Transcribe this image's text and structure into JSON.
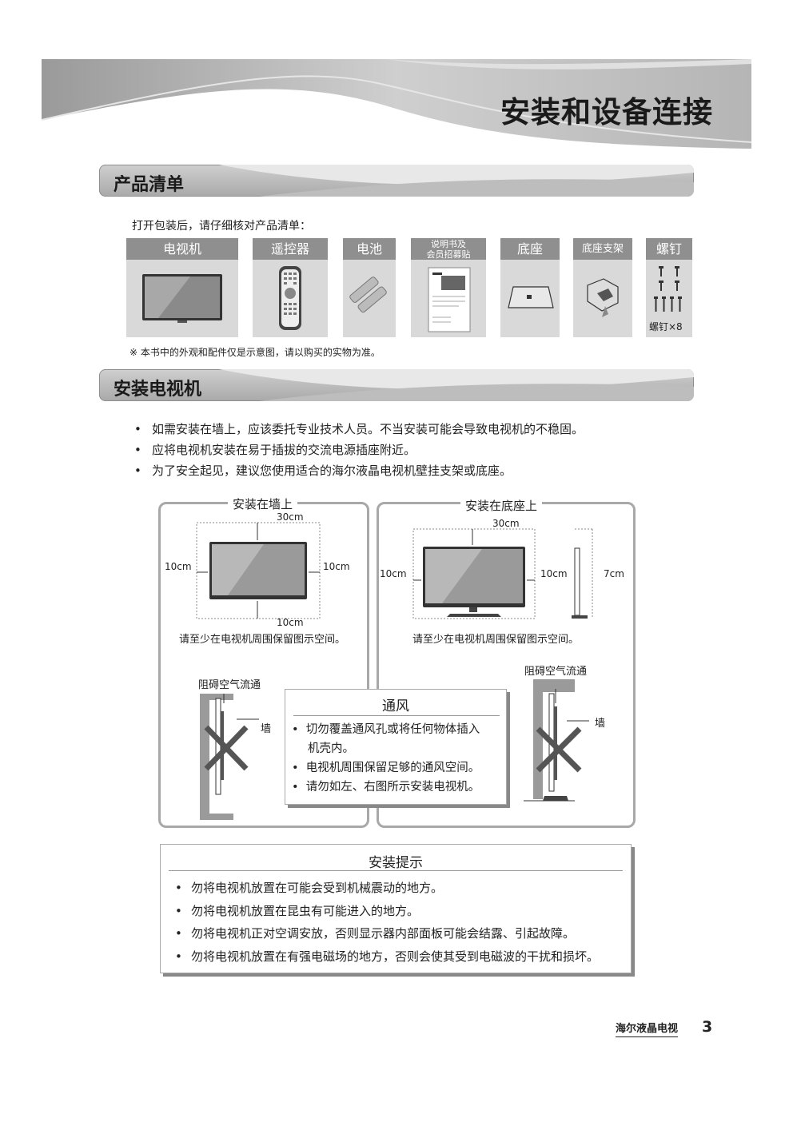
{
  "page_title": "安装和设备连接",
  "sections": {
    "contents": "产品清单",
    "install": "安装电视机"
  },
  "intro": "打开包装后，请仔细核对产品清单：",
  "items": [
    {
      "label": "电视机"
    },
    {
      "label": "遥控器"
    },
    {
      "label": "电池"
    },
    {
      "label_line1": "说明书及",
      "label_line2": "会员招募贴"
    },
    {
      "label": "底座"
    },
    {
      "label": "底座支架"
    },
    {
      "label": "螺钉",
      "caption": "螺钉×8"
    }
  ],
  "note": "※  本书中的外观和配件仅是示意图，请以购买的实物为准。",
  "bullets": [
    "如需安装在墙上，应该委托专业技术人员。不当安装可能会导致电视机的不稳固。",
    "应将电视机安装在易于插拔的交流电源插座附近。",
    "为了安全起见，建议您使用适合的海尔液晶电视机壁挂支架或底座。"
  ],
  "wall_panel": {
    "title": "安装在墙上",
    "top": "30cm",
    "left": "10cm",
    "right": "10cm",
    "bottom": "10cm",
    "caption": "请至少在电视机周围保留图示空间。",
    "blocked": "阻碍空气流通",
    "wall": "墙"
  },
  "stand_panel": {
    "title": "安装在底座上",
    "top": "30cm",
    "left": "10cm",
    "right": "10cm",
    "side": "7cm",
    "caption": "请至少在电视机周围保留图示空间。",
    "blocked": "阻碍空气流通",
    "wall": "墙"
  },
  "ventilation": {
    "title": "通风",
    "b1_line1": "切勿覆盖通风孔或将任何物体插入",
    "b1_line2": "机壳内。",
    "b2": "电视机周围保留足够的通风空间。",
    "b3": "请勿如左、右图所示安装电视机。"
  },
  "tips": {
    "title": "安装提示",
    "items": [
      "勿将电视机放置在可能会受到机械震动的地方。",
      "勿将电视机放置在昆虫有可能进入的地方。",
      "勿将电视机正对空调安放，否则显示器内部面板可能会结露、引起故障。",
      "勿将电视机放置在有强电磁场的地方，否则会使其受到电磁波的干扰和损坏。"
    ]
  },
  "footer": {
    "brand": "海尔液晶电视",
    "page": "3"
  }
}
